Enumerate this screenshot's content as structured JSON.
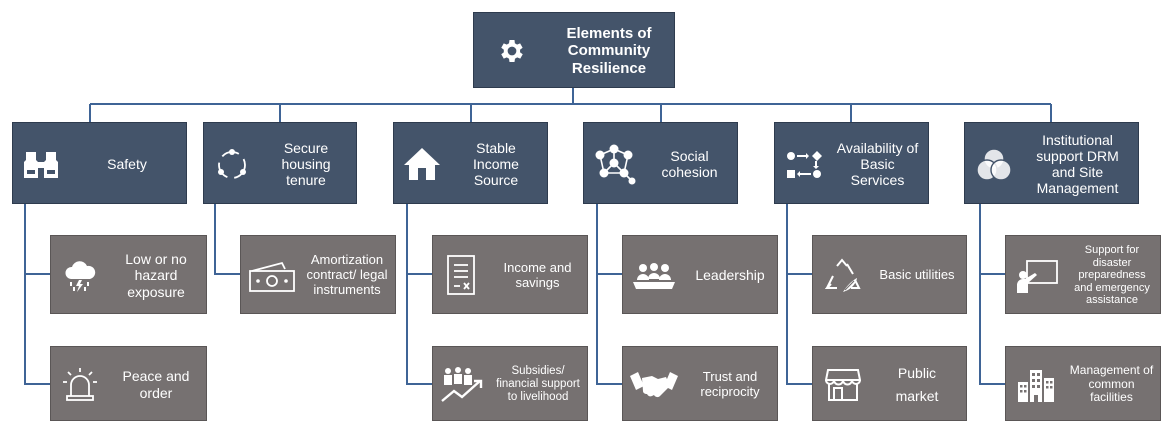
{
  "title": "Elements of\nCommunity\nResilience",
  "colors": {
    "category_fill": "#44546a",
    "element_fill": "#767171",
    "connector": "#3f6496",
    "text": "#ffffff"
  },
  "categories": [
    {
      "label": "Safety",
      "icon": "binoculars-icon",
      "elements": [
        {
          "label": "Low or no\nhazard\nexposure",
          "icon": "storm-cloud-icon"
        },
        {
          "label": "Peace and\norder",
          "icon": "siren-icon"
        }
      ]
    },
    {
      "label": "Secure\nhousing\ntenure",
      "icon": "cycle-icon",
      "elements": [
        {
          "label": "Amortization\ncontract/ legal\ninstruments",
          "icon": "money-icon"
        }
      ]
    },
    {
      "label": "Stable\nIncome\nSource",
      "icon": "house-icon",
      "elements": [
        {
          "label": "Income and\nsavings",
          "icon": "receipt-icon"
        },
        {
          "label": "Subsidies/\nfinancial support\nto livelihood",
          "icon": "growth-people-icon"
        }
      ]
    },
    {
      "label": "Social\ncohesion",
      "icon": "network-icon",
      "elements": [
        {
          "label": "Leadership",
          "icon": "group-meeting-icon"
        },
        {
          "label": "Trust and\nreciprocity",
          "icon": "handshake-icon"
        }
      ]
    },
    {
      "label": "Availability  of\nBasic\nServices",
      "icon": "process-flow-icon",
      "elements": [
        {
          "label": "Basic utilities",
          "icon": "recycle-icon"
        },
        {
          "label": "Public\nmarket",
          "icon": "market-stall-icon"
        }
      ]
    },
    {
      "label": "Institutional\nsupport DRM\nand Site\nManagement",
      "icon": "venn-icon",
      "elements": [
        {
          "label": "Support for\ndisaster\npreparedness\nand emergency\nassistance",
          "icon": "presenter-icon"
        },
        {
          "label": "Management of\ncommon\nfacilities",
          "icon": "buildings-icon"
        }
      ]
    }
  ]
}
